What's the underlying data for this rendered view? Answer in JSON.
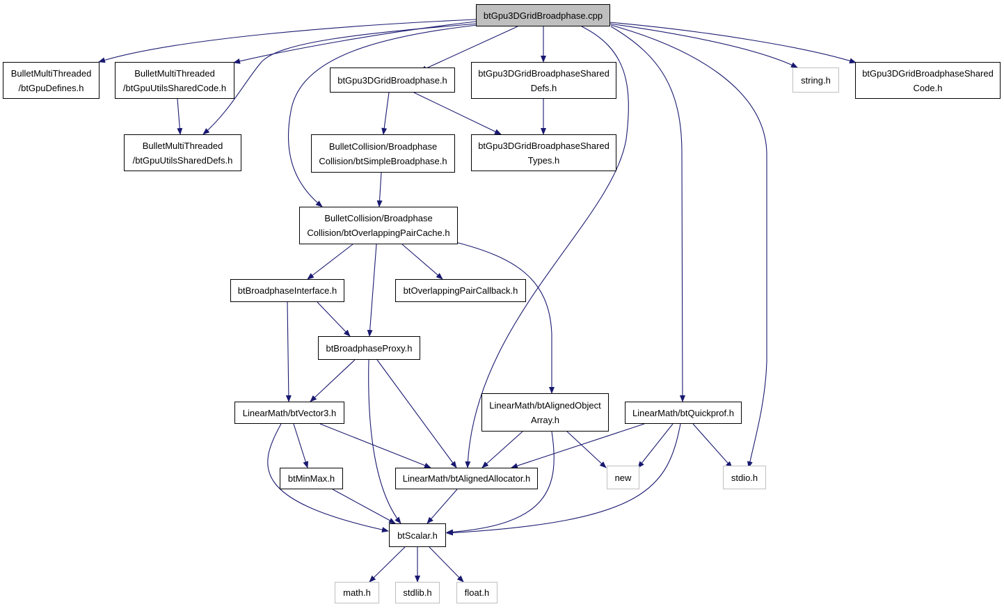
{
  "graph": {
    "edge_color": "#191970",
    "root_fill": "#bfbfbf",
    "external_border": "#bfbfbf",
    "nodes": {
      "root": [
        "btGpu3DGridBroadphase.cpp"
      ],
      "bmt_defines": [
        "BulletMultiThreaded",
        "/btGpuDefines.h"
      ],
      "bmt_utils_code": [
        "BulletMultiThreaded",
        "/btGpuUtilsSharedCode.h"
      ],
      "bmt_utils_defs": [
        "BulletMultiThreaded",
        "/btGpuUtilsSharedDefs.h"
      ],
      "grid_h": [
        "btGpu3DGridBroadphase.h"
      ],
      "shared_defs": [
        "btGpu3DGridBroadphaseShared",
        "Defs.h"
      ],
      "string_h": [
        "string.h"
      ],
      "shared_code": [
        "btGpu3DGridBroadphaseShared",
        "Code.h"
      ],
      "simple_bp": [
        "BulletCollision/Broadphase",
        "Collision/btSimpleBroadphase.h"
      ],
      "shared_types": [
        "btGpu3DGridBroadphaseShared",
        "Types.h"
      ],
      "overlap_cache": [
        "BulletCollision/Broadphase",
        "Collision/btOverlappingPairCache.h"
      ],
      "bp_interface": [
        "btBroadphaseInterface.h"
      ],
      "overlap_callback": [
        "btOverlappingPairCallback.h"
      ],
      "bp_proxy": [
        "btBroadphaseProxy.h"
      ],
      "vector3": [
        "LinearMath/btVector3.h"
      ],
      "aligned_array": [
        "LinearMath/btAlignedObject",
        "Array.h"
      ],
      "quickprof": [
        "LinearMath/btQuickprof.h"
      ],
      "minmax": [
        "btMinMax.h"
      ],
      "aligned_alloc": [
        "LinearMath/btAlignedAllocator.h"
      ],
      "new_h": [
        "new"
      ],
      "stdio_h": [
        "stdio.h"
      ],
      "scalar": [
        "btScalar.h"
      ],
      "math_h": [
        "math.h"
      ],
      "stdlib_h": [
        "stdlib.h"
      ],
      "float_h": [
        "float.h"
      ]
    }
  }
}
